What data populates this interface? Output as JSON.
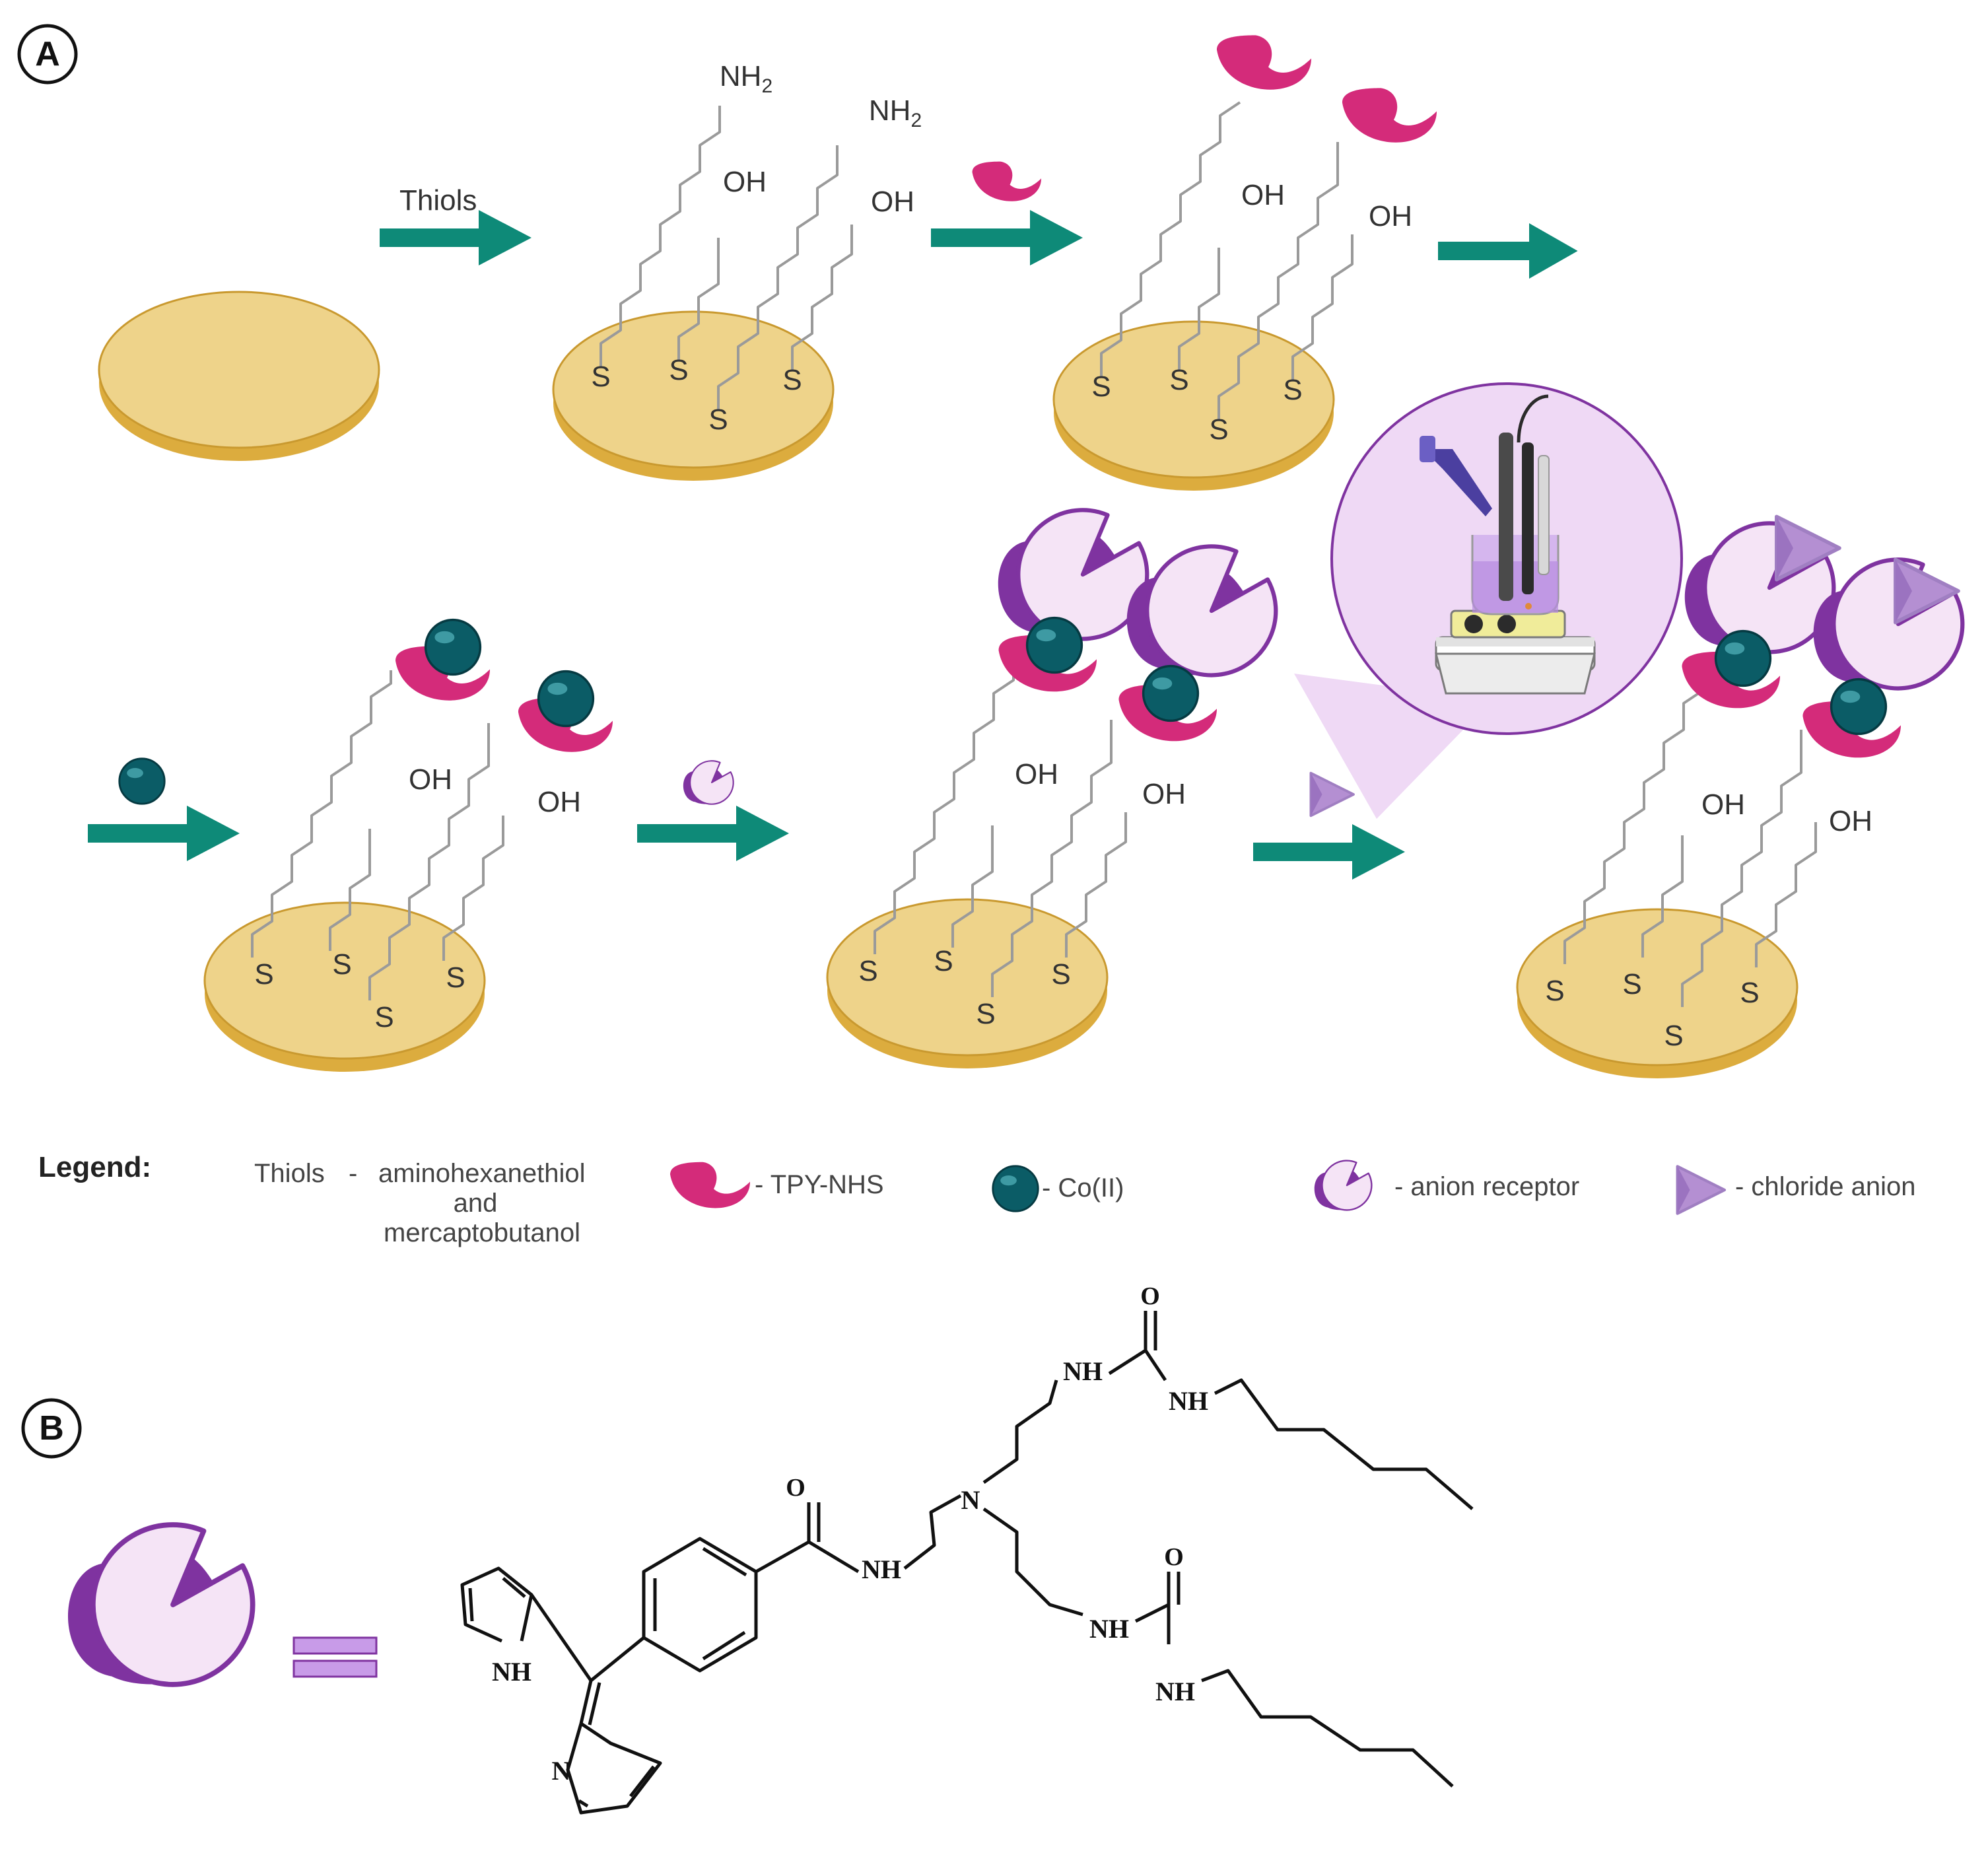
{
  "panels": {
    "a": "A",
    "b": "B"
  },
  "labels": {
    "thiols": "Thiols",
    "nh2": "NH",
    "nh2_sub": "2",
    "oh": "OH",
    "s": "S"
  },
  "legend": {
    "title": "Legend:",
    "thiols_term": "Thiols",
    "dash": "-",
    "thiols_desc_1": "aminohexanethiol",
    "thiols_desc_2": "and",
    "thiols_desc_3": "mercaptobutanol",
    "tpy": "- TPY-NHS",
    "co": "- Co(II)",
    "receptor": "-   anion receptor",
    "chloride": "-  chloride anion"
  },
  "chem": {
    "nh": "NH",
    "n": "N",
    "o": "O"
  },
  "colors": {
    "gold_top": "#eed38a",
    "gold_edge": "#dcac3e",
    "teal": "#0e8a78",
    "magenta": "#d42b7a",
    "cobalt": "#0b5c66",
    "purple": "#7f33a0",
    "receptor_light": "#f5e4f6",
    "triangle": "#b48fd2",
    "cone": "#efd9f5",
    "chain": "#9a9a9a"
  },
  "icons": [
    "gold-electrode-icon",
    "arrow-icon",
    "tpy-nhs-icon",
    "cobalt-ion-icon",
    "anion-receptor-icon",
    "chloride-anion-icon",
    "electrochemical-cell-icon",
    "equivalence-icon"
  ]
}
